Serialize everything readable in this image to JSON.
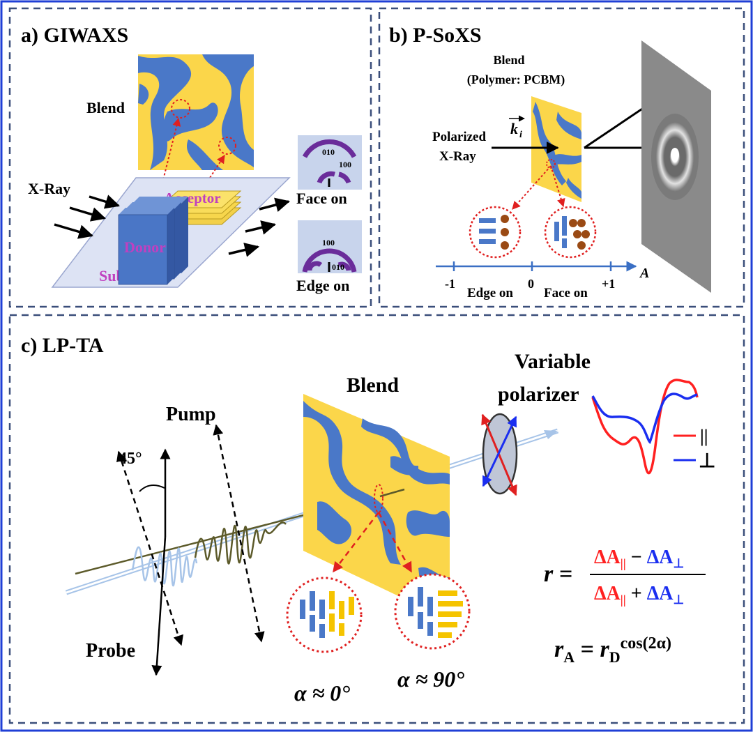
{
  "panel_a": {
    "title": "a)  GIWAXS",
    "blend": "Blend",
    "xray": "X-Ray",
    "acceptor": "Acceptor",
    "donor": "Donor",
    "substrate": "Substrate",
    "face_on": "Face on",
    "edge_on": "Edge on",
    "ring_010_top": "010",
    "ring_100_top": "100",
    "ring_100_bottom": "100",
    "ring_010_bottom": "010"
  },
  "panel_b": {
    "title": "b)  P-SoXS",
    "blend": "Blend",
    "blend_sub": "(Polymer: PCBM)",
    "polarized": "Polarized",
    "xray": "X-Ray",
    "k_vector": "k",
    "k_sub": "i",
    "axis_label": "A",
    "tick_minus": "-1",
    "tick_zero": "0",
    "tick_plus": "+1",
    "edge_on": "Edge on",
    "face_on": "Face on"
  },
  "panel_c": {
    "title": "c)  LP-TA",
    "blend": "Blend",
    "variable": "Variable",
    "polarizer": "polarizer",
    "pump": "Pump",
    "probe": "Probe",
    "angle": "45°",
    "legend_par": "||",
    "legend_perp": "⊥",
    "alpha0": "α ≈ 0°",
    "alpha90": "α ≈ 90°",
    "eq_r_lhs": "r =",
    "eq_num_a": "ΔA",
    "eq_num_par": "||",
    "eq_minus": " − ",
    "eq_num_b": "ΔA",
    "eq_num_perp": "⊥",
    "eq_den_a": "ΔA",
    "eq_den_par": "||",
    "eq_plus": " + ",
    "eq_den_b": "ΔA",
    "eq_den_perp": "⊥",
    "eq2_r": "r",
    "eq2_A": "A",
    "eq2_eq": " = ",
    "eq2_rD": "r",
    "eq2_D": "D",
    "eq2_cos": "cos(2α)"
  },
  "colors": {
    "frame": "#1f3fd6",
    "dash": "#3a4e7a",
    "blend_yellow": "#fbd64a",
    "blend_blue": "#4a78c8",
    "donor_blue": "#4a76c6",
    "acceptor_yellow": "#f7d64c",
    "red_dot": "#e02020",
    "purple": "#6a2c9a",
    "pump": "#5c5a2a",
    "probe": "#a7c4e8",
    "par_red": "#ff2020",
    "perp_blue": "#1a2ef0"
  }
}
